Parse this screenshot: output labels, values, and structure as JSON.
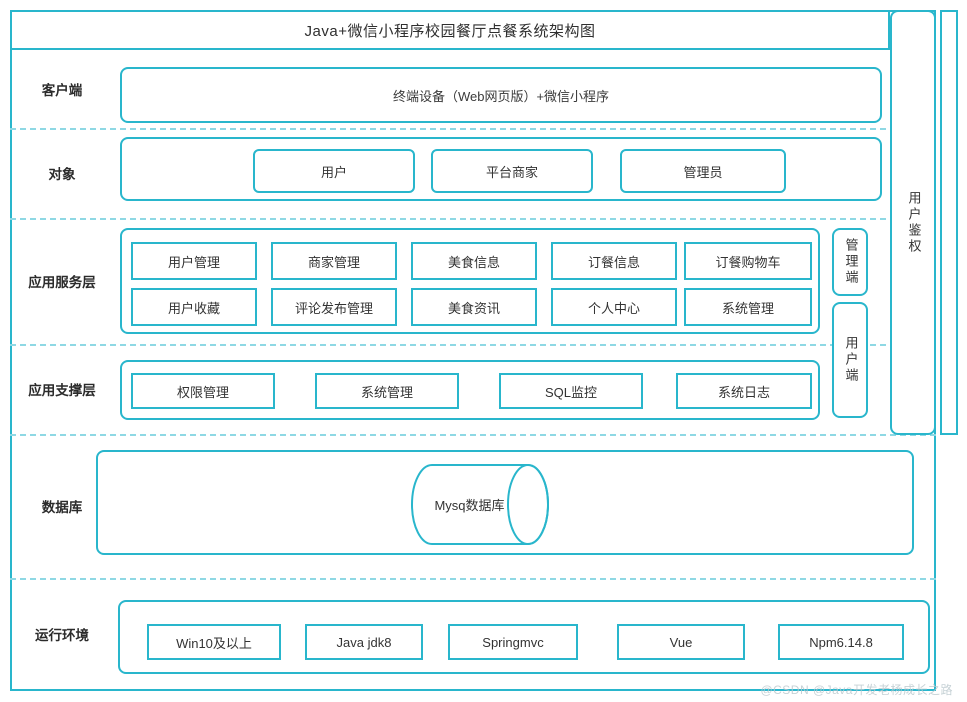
{
  "title": "Java+微信小程序校园餐厅点餐系统架构图",
  "colors": {
    "accent": "#29b6cc",
    "dashed": "#8ed8e4",
    "text": "#333333",
    "watermark": "#b9c7cc"
  },
  "rows": {
    "client": {
      "label": "客户端",
      "box_text": "终端设备（Web网页版）+微信小程序"
    },
    "object": {
      "label": "对象",
      "items": [
        "用户",
        "平台商家",
        "管理员"
      ]
    },
    "app_service": {
      "label": "应用服务层",
      "row1": [
        "用户管理",
        "商家管理",
        "美食信息",
        "订餐信息",
        "订餐购物车"
      ],
      "row2": [
        "用户收藏",
        "评论发布管理",
        "美食资讯",
        "个人中心",
        "系统管理"
      ]
    },
    "app_support": {
      "label": "应用支撑层",
      "items": [
        "权限管理",
        "系统管理",
        "SQL监控",
        "系统日志"
      ]
    },
    "database": {
      "label": "数据库",
      "cylinder_label": "Mysq数据库"
    },
    "runtime": {
      "label": "运行环境",
      "items": [
        "Win10及以上",
        "Java jdk8",
        "Springmvc",
        "Vue",
        "Npm6.14.8"
      ]
    }
  },
  "side": {
    "auth": "用户鉴权",
    "admin_terminal": "管理端",
    "user_terminal": "用户端"
  },
  "watermark": "@CSDN @Java开发老杨成长之路"
}
